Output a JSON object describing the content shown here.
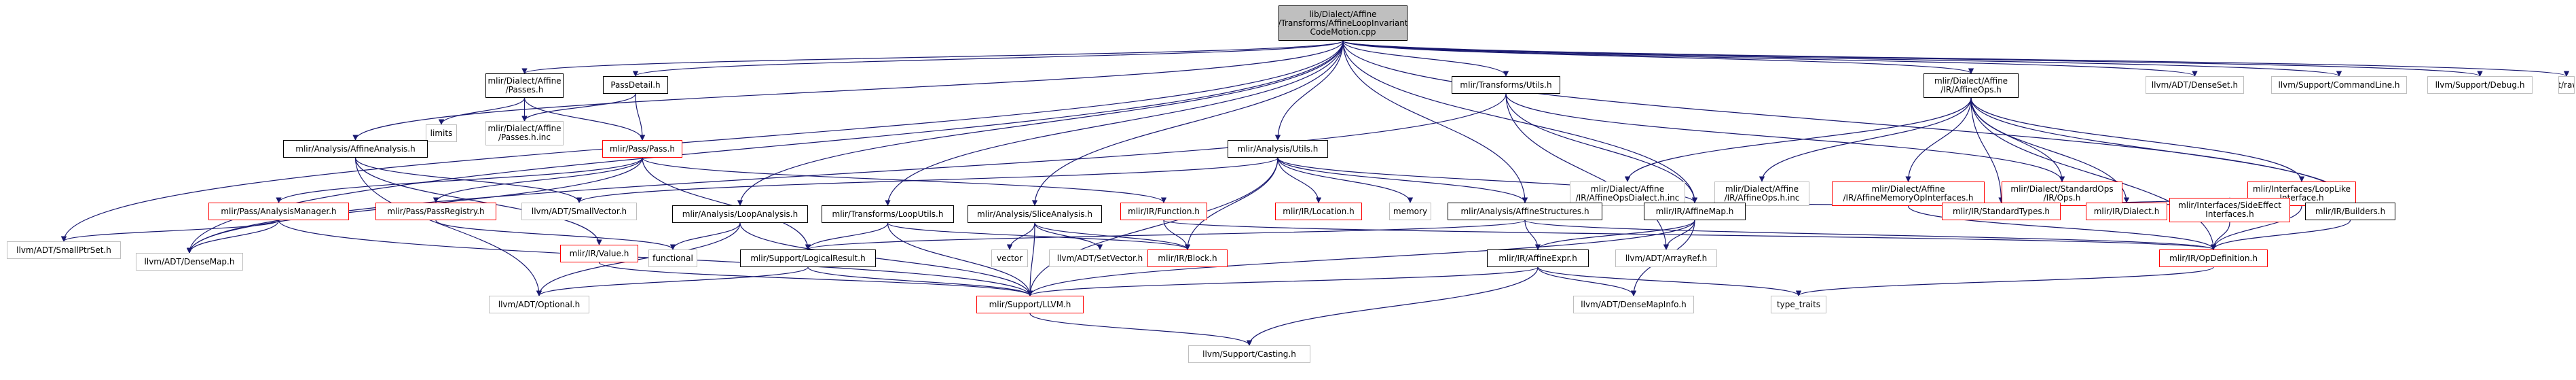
{
  "diagram": {
    "type": "include-dependency-graph",
    "colors": {
      "edge": "#191970",
      "root_fill": "#bfbfbf",
      "documented_border": "#000000",
      "undocumented_border": "#ff0000",
      "external_border": "#bfbfbf"
    },
    "nodes": [
      {
        "id": "root",
        "label": "lib/Dialect/Affine\n/Transforms/AffineLoopInvariant\nCodeMotion.cpp",
        "style": "root"
      },
      {
        "id": "passes_h",
        "label": "mlir/Dialect/Affine\n/Passes.h",
        "style": "doc"
      },
      {
        "id": "passdetail",
        "label": "PassDetail.h",
        "style": "doc"
      },
      {
        "id": "transforms_utils",
        "label": "mlir/Transforms/Utils.h",
        "style": "doc"
      },
      {
        "id": "affineops_h",
        "label": "mlir/Dialect/Affine\n/IR/AffineOps.h",
        "style": "doc"
      },
      {
        "id": "densese t",
        "label": "llvm/ADT/DenseSet.h",
        "style": "ext"
      },
      {
        "id": "cmdline",
        "label": "llvm/Support/CommandLine.h",
        "style": "ext"
      },
      {
        "id": "debug",
        "label": "llvm/Support/Debug.h",
        "style": "ext"
      },
      {
        "id": "raw_ostream",
        "label": "llvm/Support/raw_ostream.h",
        "style": "ext"
      },
      {
        "id": "limits",
        "label": "limits",
        "style": "ext"
      },
      {
        "id": "passes_inc",
        "label": "mlir/Dialect/Affine\n/Passes.h.inc",
        "style": "ext"
      },
      {
        "id": "pass_h",
        "label": "mlir/Pass/Pass.h",
        "style": "red"
      },
      {
        "id": "affine_analysis",
        "label": "mlir/Analysis/AffineAnalysis.h",
        "style": "doc"
      },
      {
        "id": "analysis_utils",
        "label": "mlir/Analysis/Utils.h",
        "style": "doc"
      },
      {
        "id": "affineopsdialect_inc",
        "label": "mlir/Dialect/Affine\n/IR/AffineOpsDialect.h.inc",
        "style": "ext"
      },
      {
        "id": "affineops_inc",
        "label": "mlir/Dialect/Affine\n/IR/AffineOps.h.inc",
        "style": "ext"
      },
      {
        "id": "affinememory",
        "label": "mlir/Dialect/Affine\n/IR/AffineMemoryOpInterfaces.h",
        "style": "red"
      },
      {
        "id": "stdops",
        "label": "mlir/Dialect/StandardOps\n/IR/Ops.h",
        "style": "red"
      },
      {
        "id": "looplike",
        "label": "mlir/Interfaces/LoopLike\nInterface.h",
        "style": "red"
      },
      {
        "id": "analysismanager",
        "label": "mlir/Pass/AnalysisManager.h",
        "style": "red"
      },
      {
        "id": "passregistry",
        "label": "mlir/Pass/PassRegistry.h",
        "style": "red"
      },
      {
        "id": "smallvector",
        "label": "llvm/ADT/SmallVector.h",
        "style": "ext"
      },
      {
        "id": "location",
        "label": "mlir/IR/Location.h",
        "style": "red"
      },
      {
        "id": "memory",
        "label": "memory",
        "style": "ext"
      },
      {
        "id": "affinestructures",
        "label": "mlir/Analysis/AffineStructures.h",
        "style": "doc"
      },
      {
        "id": "affinemap",
        "label": "mlir/IR/AffineMap.h",
        "style": "doc"
      },
      {
        "id": "standardtypes",
        "label": "mlir/IR/StandardTypes.h",
        "style": "red"
      },
      {
        "id": "dialect_h",
        "label": "mlir/IR/Dialect.h",
        "style": "red"
      },
      {
        "id": "sideeffect",
        "label": "mlir/Interfaces/SideEffect\nInterfaces.h",
        "style": "red"
      },
      {
        "id": "builders",
        "label": "mlir/IR/Builders.h",
        "style": "doc"
      },
      {
        "id": "smallptrset",
        "label": "llvm/ADT/SmallPtrSet.h",
        "style": "ext"
      },
      {
        "id": "densemap",
        "label": "llvm/ADT/DenseMap.h",
        "style": "ext"
      },
      {
        "id": "loopanalysis",
        "label": "mlir/Analysis/LoopAnalysis.h",
        "style": "doc"
      },
      {
        "id": "looputils",
        "label": "mlir/Transforms/LoopUtils.h",
        "style": "doc"
      },
      {
        "id": "sliceanalysis",
        "label": "mlir/Analysis/SliceAnalysis.h",
        "style": "doc"
      },
      {
        "id": "function_h",
        "label": "mlir/IR/Function.h",
        "style": "red"
      },
      {
        "id": "value_h",
        "label": "mlir/IR/Value.h",
        "style": "red"
      },
      {
        "id": "functional",
        "label": "functional",
        "style": "ext"
      },
      {
        "id": "logicalresult",
        "label": "mlir/Support/LogicalResult.h",
        "style": "doc"
      },
      {
        "id": "vector",
        "label": "vector",
        "style": "ext"
      },
      {
        "id": "setvector",
        "label": "llvm/ADT/SetVector.h",
        "style": "ext"
      },
      {
        "id": "block_h",
        "label": "mlir/IR/Block.h",
        "style": "red"
      },
      {
        "id": "affineexpr",
        "label": "mlir/IR/AffineExpr.h",
        "style": "doc"
      },
      {
        "id": "arrayref",
        "label": "llvm/ADT/ArrayRef.h",
        "style": "ext"
      },
      {
        "id": "opdefinition",
        "label": "mlir/IR/OpDefinition.h",
        "style": "red"
      },
      {
        "id": "optional",
        "label": "llvm/ADT/Optional.h",
        "style": "ext"
      },
      {
        "id": "llvm_h",
        "label": "mlir/Support/LLVM.h",
        "style": "red"
      },
      {
        "id": "densemapinfo",
        "label": "llvm/ADT/DenseMapInfo.h",
        "style": "ext"
      },
      {
        "id": "type_traits",
        "label": "type_traits",
        "style": "ext"
      },
      {
        "id": "casting",
        "label": "llvm/Support/Casting.h",
        "style": "ext"
      }
    ]
  }
}
